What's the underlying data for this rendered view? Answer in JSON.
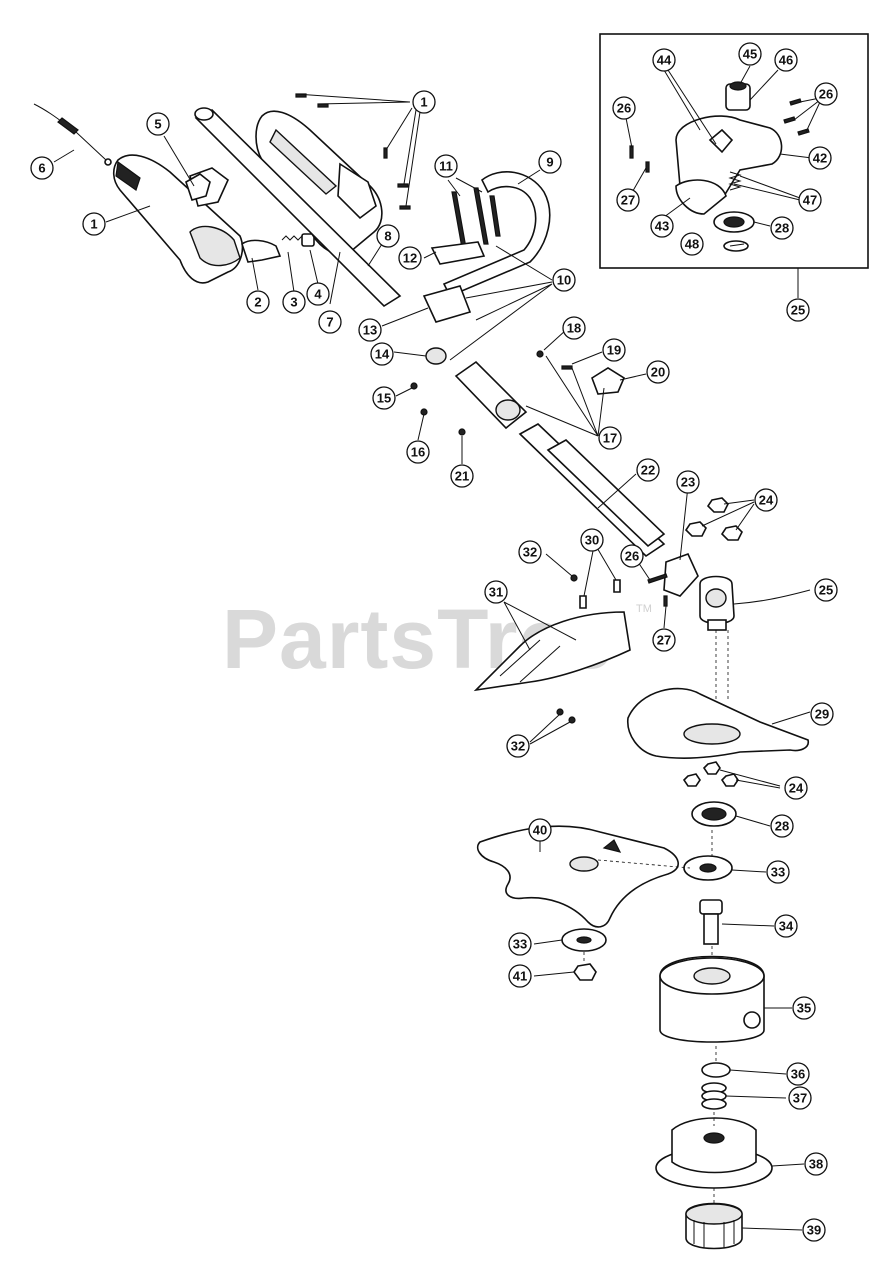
{
  "watermark": {
    "text": "PartsTree",
    "trademark": "TM"
  },
  "inset": {
    "assembly_number": "25"
  },
  "callouts": [
    {
      "id": "c1a",
      "label": "1"
    },
    {
      "id": "c1b",
      "label": "1"
    },
    {
      "id": "c2",
      "label": "2"
    },
    {
      "id": "c3",
      "label": "3"
    },
    {
      "id": "c4",
      "label": "4"
    },
    {
      "id": "c5",
      "label": "5"
    },
    {
      "id": "c6",
      "label": "6"
    },
    {
      "id": "c7",
      "label": "7"
    },
    {
      "id": "c8",
      "label": "8"
    },
    {
      "id": "c9",
      "label": "9"
    },
    {
      "id": "c10",
      "label": "10"
    },
    {
      "id": "c11",
      "label": "11"
    },
    {
      "id": "c12",
      "label": "12"
    },
    {
      "id": "c13",
      "label": "13"
    },
    {
      "id": "c14",
      "label": "14"
    },
    {
      "id": "c15",
      "label": "15"
    },
    {
      "id": "c16",
      "label": "16"
    },
    {
      "id": "c17",
      "label": "17"
    },
    {
      "id": "c18",
      "label": "18"
    },
    {
      "id": "c19",
      "label": "19"
    },
    {
      "id": "c20",
      "label": "20"
    },
    {
      "id": "c21",
      "label": "21"
    },
    {
      "id": "c22",
      "label": "22"
    },
    {
      "id": "c23",
      "label": "23"
    },
    {
      "id": "c24a",
      "label": "24"
    },
    {
      "id": "c24b",
      "label": "24"
    },
    {
      "id": "c25a",
      "label": "25"
    },
    {
      "id": "c25b",
      "label": "25"
    },
    {
      "id": "c26a",
      "label": "26"
    },
    {
      "id": "c26b",
      "label": "26"
    },
    {
      "id": "c26c",
      "label": "26"
    },
    {
      "id": "c27a",
      "label": "27"
    },
    {
      "id": "c27b",
      "label": "27"
    },
    {
      "id": "c28a",
      "label": "28"
    },
    {
      "id": "c28b",
      "label": "28"
    },
    {
      "id": "c29",
      "label": "29"
    },
    {
      "id": "c30",
      "label": "30"
    },
    {
      "id": "c31",
      "label": "31"
    },
    {
      "id": "c32a",
      "label": "32"
    },
    {
      "id": "c32b",
      "label": "32"
    },
    {
      "id": "c33a",
      "label": "33"
    },
    {
      "id": "c33b",
      "label": "33"
    },
    {
      "id": "c34",
      "label": "34"
    },
    {
      "id": "c35",
      "label": "35"
    },
    {
      "id": "c36",
      "label": "36"
    },
    {
      "id": "c37",
      "label": "37"
    },
    {
      "id": "c38",
      "label": "38"
    },
    {
      "id": "c39",
      "label": "39"
    },
    {
      "id": "c40",
      "label": "40"
    },
    {
      "id": "c41",
      "label": "41"
    },
    {
      "id": "c42",
      "label": "42"
    },
    {
      "id": "c43",
      "label": "43"
    },
    {
      "id": "c44",
      "label": "44"
    },
    {
      "id": "c45",
      "label": "45"
    },
    {
      "id": "c46",
      "label": "46"
    },
    {
      "id": "c47",
      "label": "47"
    },
    {
      "id": "c48",
      "label": "48"
    }
  ]
}
